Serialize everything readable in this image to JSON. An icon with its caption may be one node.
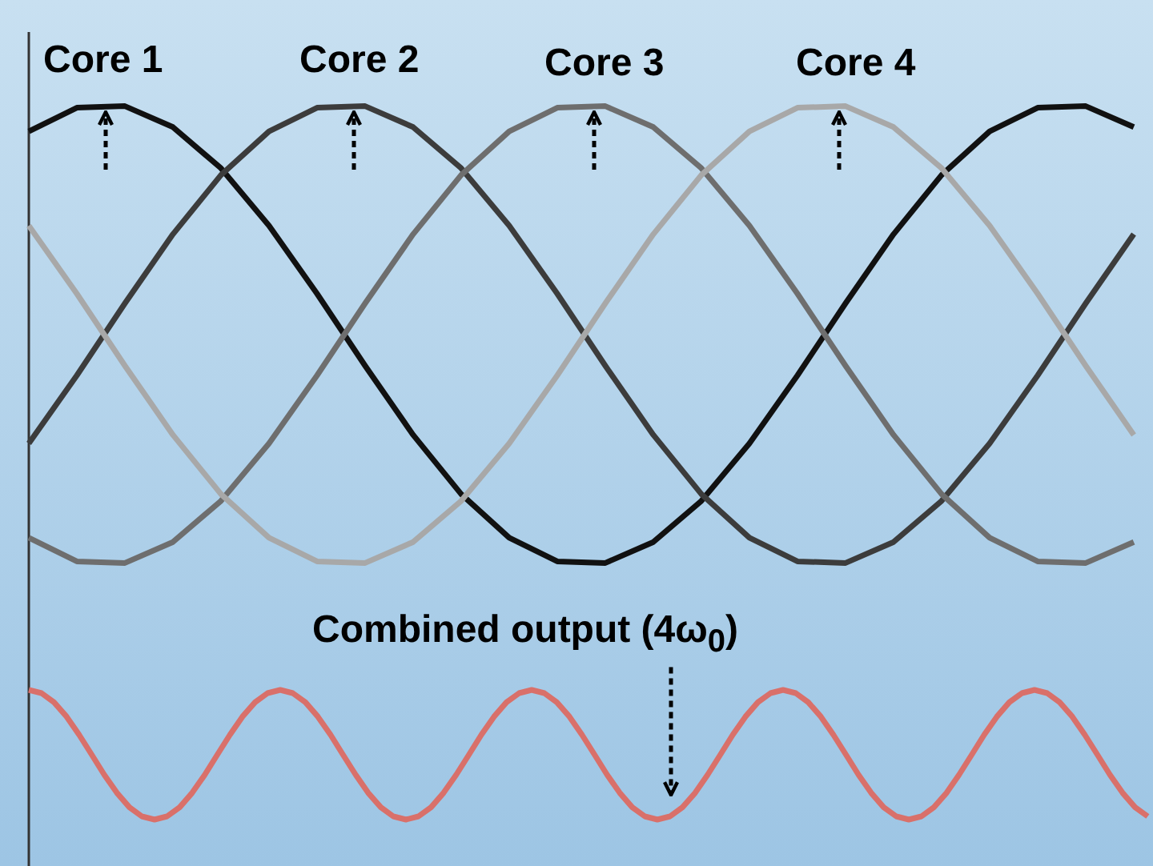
{
  "diagram": {
    "nodes": [
      {
        "text": [
          "Combined output (4ω$_{0}$)"
        ]
      },
      {
        "text": [],
        "shape": "curve"
      }
    ],
    "edges": [
      {
        "from": 0,
        "to": 1,
        "arrow": "to",
        "style": "dashed"
      }
    ],
    "labels": [
      "Core 1",
      "Core 2",
      "Core 3",
      "Core 4"
    ]
  }
}
